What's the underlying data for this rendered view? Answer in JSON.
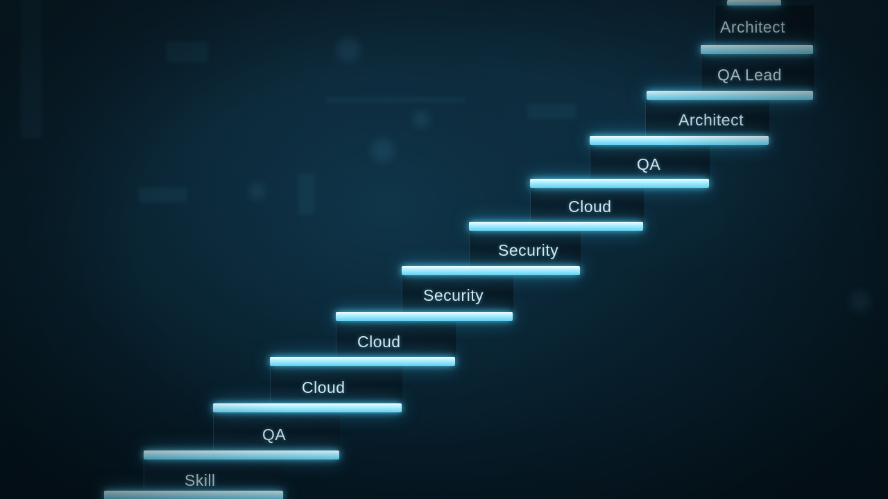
{
  "steps": [
    {
      "label": "Skill"
    },
    {
      "label": "QA"
    },
    {
      "label": "Cloud"
    },
    {
      "label": "Cloud"
    },
    {
      "label": "Security"
    },
    {
      "label": "Security"
    },
    {
      "label": "Cloud"
    },
    {
      "label": "QA"
    },
    {
      "label": "Architect"
    },
    {
      "label": "QA Lead"
    },
    {
      "label": "Architect"
    }
  ],
  "colors": {
    "background": "#061520",
    "tread_glow": "#5fd2f2",
    "label_text": "#cfe9f4"
  }
}
